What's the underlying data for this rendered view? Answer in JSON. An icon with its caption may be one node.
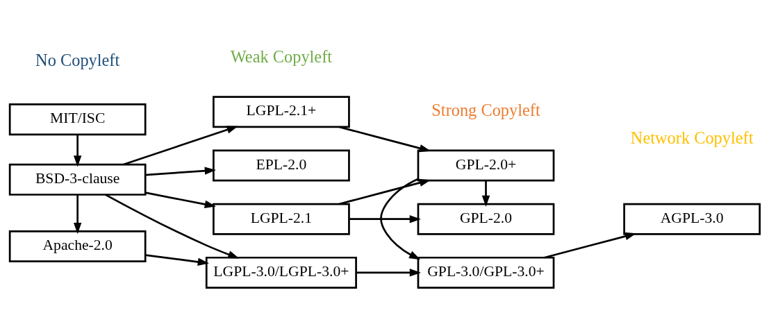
{
  "diagram": {
    "nodes": [
      {
        "text": [
          "MIT/ISC"
        ]
      },
      {
        "text": [
          "BSD-3-clause"
        ]
      },
      {
        "text": [
          "Apache-2.0"
        ]
      },
      {
        "text": [
          "LGPL-2.1"
        ]
      },
      {
        "text": [
          "LGPL-2.1+"
        ]
      },
      {
        "text": [
          "LGPL-3.0/LGPL-3.0+"
        ]
      },
      {
        "text": [
          "EPL-2.0"
        ]
      },
      {
        "text": [
          "GPL-2.0"
        ]
      },
      {
        "text": [
          "GPL-2.0+"
        ]
      },
      {
        "text": [
          "GPL-3.0/GPL-3.0+"
        ]
      },
      {
        "text": [
          "AGPL-3.0"
        ]
      }
    ],
    "edges": [
      {
        "from": 0,
        "to": 1,
        "arrow": "to"
      },
      {
        "from": 1,
        "to": 2,
        "arrow": "to"
      },
      {
        "from": 1,
        "to": 3,
        "arrow": "to"
      },
      {
        "from": 1,
        "to": 4,
        "arrow": "to"
      },
      {
        "from": 1,
        "to": 5,
        "arrow": "to"
      },
      {
        "from": 1,
        "to": 6,
        "arrow": "to"
      },
      {
        "from": 2,
        "to": 5,
        "arrow": "to"
      },
      {
        "from": 3,
        "to": 7,
        "arrow": "to"
      },
      {
        "from": 3,
        "to": 8,
        "arrow": "to"
      },
      {
        "from": 4,
        "to": 8,
        "arrow": "to"
      },
      {
        "from": 8,
        "to": 7,
        "arrow": "to"
      },
      {
        "from": 8,
        "to": 9,
        "arrow": "to"
      },
      {
        "from": 5,
        "to": 9,
        "arrow": "to"
      },
      {
        "from": 9,
        "to": 10,
        "arrow": "to"
      }
    ],
    "labels": [
      "No Copyleft",
      "Weak Copyleft",
      "Strong Copyleft",
      "Network Copyleft"
    ]
  }
}
